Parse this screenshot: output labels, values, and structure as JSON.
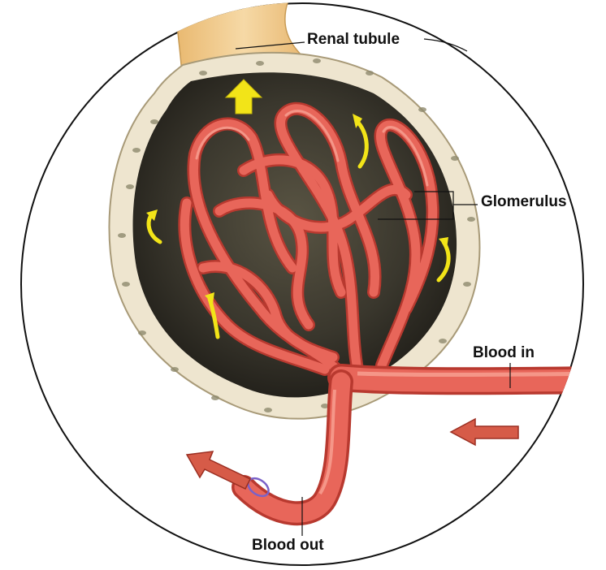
{
  "labels": {
    "renal_tubule": "Renal tubule",
    "glomerulus": "Glomerulus",
    "blood_in": "Blood in",
    "blood_out": "Blood out"
  },
  "colors": {
    "vessel": "#e8665a",
    "vessel_dark": "#b8392f",
    "vessel_light": "#f7a394",
    "flow_arrow": "#f2e418",
    "blood_arrow": "#d65b48",
    "capsule_wall": "#efe7d3",
    "capsule_inner": "#2f2c24",
    "tubule": "#f1c98d",
    "outline": "#111111"
  }
}
